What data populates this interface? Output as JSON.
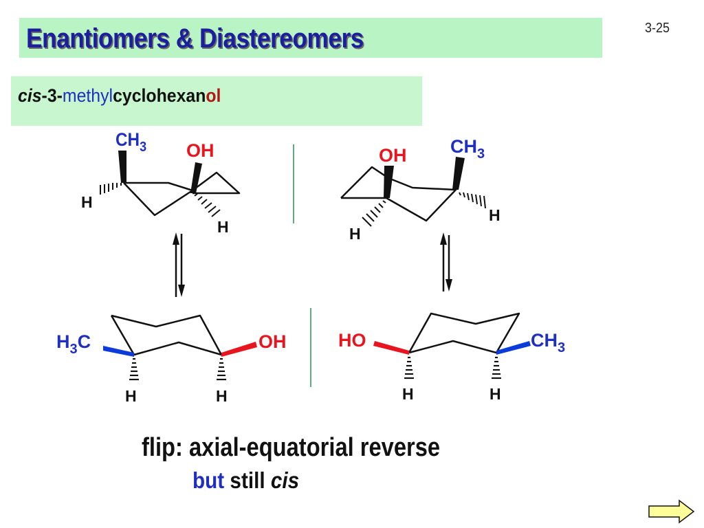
{
  "slide": {
    "title": "Enantiomers & Diastereomers",
    "number": "3-25"
  },
  "compound": {
    "prefix": "cis",
    "locant": "-3-",
    "substituent": "methyl",
    "parent": "cyclohexan",
    "suffix": "ol"
  },
  "labels": {
    "ch3_main": "CH",
    "ch3_sub": "3",
    "oh": "OH",
    "ho": "HO",
    "h": "H",
    "h3c_h": "H",
    "h3c_sub": "3",
    "h3c_c": "C"
  },
  "caption": {
    "line1": "flip: axial-equatorial reverse",
    "line2_blue": "but",
    "line2_mid": " still ",
    "line2_italic": "cis"
  },
  "colors": {
    "title_bg": "#b9f5c4",
    "subtitle_bg": "#c8f7cf",
    "title_text": "#1b1f9e",
    "methyl_blue": "#1f2fbf",
    "hydroxyl_red": "#e8141e",
    "divider_green": "#2e8b57",
    "next_arrow_fill": "#ffff99"
  },
  "icons": {
    "equilibrium": "equilibrium-arrows-icon",
    "next": "next-arrow-icon"
  }
}
